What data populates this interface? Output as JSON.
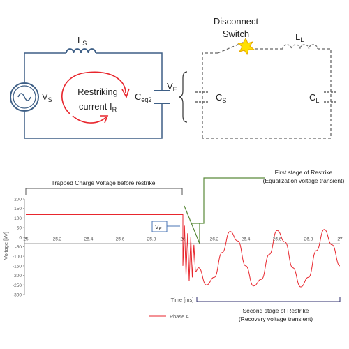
{
  "circuit": {
    "source_label": "V",
    "source_sub": "S",
    "inductor_label": "L",
    "inductor_sub": "S",
    "current_label_line1": "Restriking",
    "current_label_line2": "current I",
    "current_sub": "R",
    "cap_label": "C",
    "cap_sub": "eq2",
    "ve_label": "V",
    "ve_sub": "E",
    "switch_label_line1": "Disconnect",
    "switch_label_line2": "Switch",
    "load_inductor_label": "L",
    "load_inductor_sub": "L",
    "cs_label": "C",
    "cs_sub": "S",
    "cl_label": "C",
    "cl_sub": "L"
  },
  "annotations": {
    "trapped": "Trapped Charge Voltage before restrike",
    "first_stage_line1": "First stage of Restrike",
    "first_stage_line2": "(Equalization voltage transient)",
    "second_stage_line1": "Second stage of Restrike",
    "second_stage_line2": "(Recovery voltage transient)",
    "ve_box": "V",
    "ve_box_sub": "E"
  },
  "chart_data": {
    "type": "line",
    "xlabel": "Time [ms]",
    "ylabel": "Voltage [kV]",
    "xlim": [
      25,
      27
    ],
    "ylim": [
      -300,
      200
    ],
    "x_ticks": [
      "25",
      "25.2",
      "25.4",
      "25.6",
      "25.8",
      "26",
      "26.2",
      "26.4",
      "26.6",
      "26.8",
      "27"
    ],
    "y_ticks": [
      "200",
      "150",
      "100",
      "50",
      "0",
      "-50",
      "-100",
      "-150",
      "-200",
      "-250",
      "-300"
    ],
    "legend": "Phase A",
    "legend_position": "bottom-center",
    "grid": false,
    "series": [
      {
        "name": "Phase A",
        "color": "#e8262d",
        "x": [
          25.0,
          25.5,
          26.0,
          26.0,
          26.01,
          26.02,
          26.03,
          26.04,
          26.05,
          26.06,
          26.07,
          26.08,
          26.1,
          26.15,
          26.2,
          26.25,
          26.3,
          26.35,
          26.4,
          26.45,
          26.5,
          26.55,
          26.6,
          26.65,
          26.7,
          26.75,
          26.8,
          26.85,
          26.9,
          26.95,
          27.0
        ],
        "y": [
          118,
          118,
          118,
          -150,
          60,
          -200,
          20,
          -230,
          0,
          -210,
          -40,
          -180,
          -160,
          -250,
          -210,
          -80,
          30,
          -20,
          -150,
          -255,
          -220,
          -90,
          35,
          -25,
          -160,
          -260,
          -210,
          -70,
          40,
          -40,
          -150
        ]
      }
    ]
  }
}
